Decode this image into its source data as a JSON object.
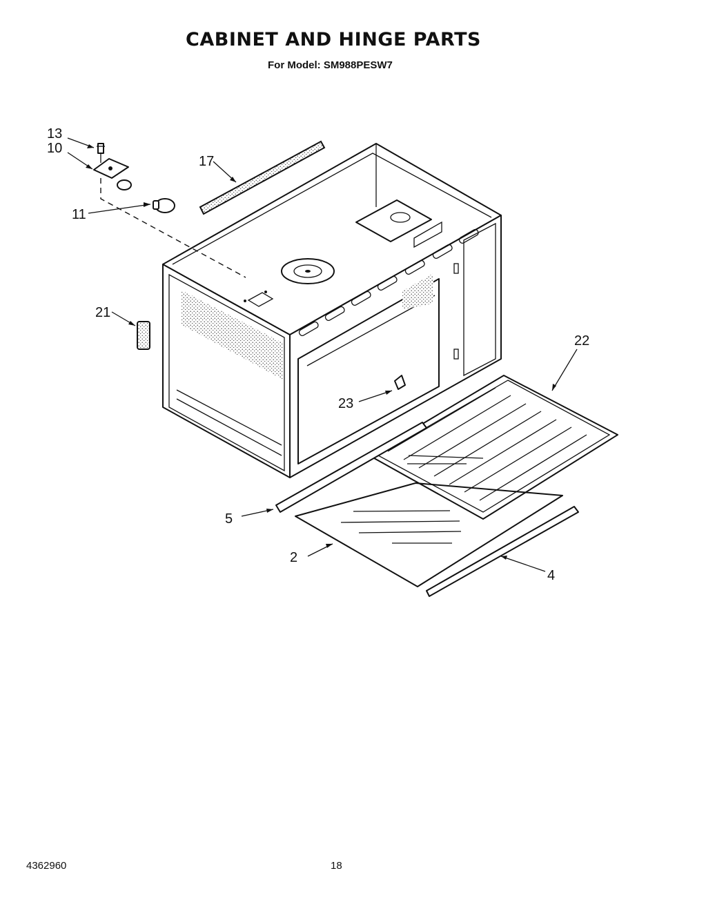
{
  "header": {
    "title": "CABINET AND HINGE PARTS",
    "subtitle": "For Model: SM988PESW7"
  },
  "callouts": {
    "c13": "13",
    "c10": "10",
    "c11": "11",
    "c17": "17",
    "c21": "21",
    "c22": "22",
    "c23": "23",
    "c5": "5",
    "c2": "2",
    "c4": "4"
  },
  "footer": {
    "doc_number": "4362960",
    "page_number": "18"
  }
}
